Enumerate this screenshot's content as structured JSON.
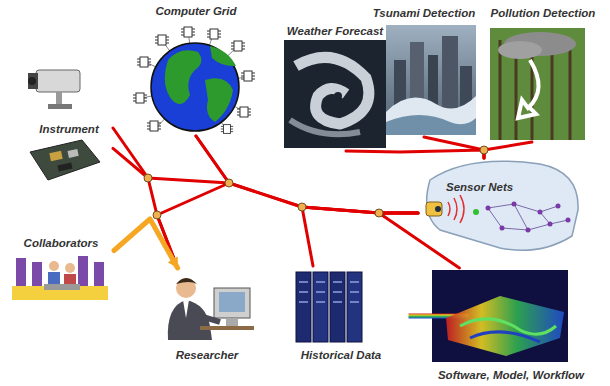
{
  "diagram": {
    "nodes": [
      {
        "text": [
          "Computer Grid"
        ]
      },
      {
        "text": [
          "Weather Forecast"
        ]
      },
      {
        "text": [
          "Tsunami Detection"
        ]
      },
      {
        "text": [
          "Pollution Detection"
        ]
      },
      {
        "text": [
          "Instrument"
        ]
      },
      {
        "text": [
          "Sensor Nets"
        ]
      },
      {
        "text": [
          "Collaborators"
        ]
      },
      {
        "text": [
          "Researcher"
        ]
      },
      {
        "text": [
          "Historical Data"
        ]
      },
      {
        "text": [
          "Software, Model, Workflow"
        ]
      }
    ],
    "edges": [
      {
        "from": 4,
        "to": 7,
        "arrow": "none"
      },
      {
        "from": 0,
        "to": 7,
        "arrow": "none"
      },
      {
        "from": 4,
        "to": 5,
        "arrow": "none"
      },
      {
        "from": 0,
        "to": 5,
        "arrow": "none"
      },
      {
        "from": 8,
        "to": 5,
        "arrow": "none"
      },
      {
        "from": 9,
        "to": 5,
        "arrow": "none"
      },
      {
        "from": 1,
        "to": 5,
        "arrow": "none"
      },
      {
        "from": 2,
        "to": 5,
        "arrow": "none"
      },
      {
        "from": 3,
        "to": 5,
        "arrow": "none"
      },
      {
        "from": 6,
        "to": 7,
        "arrow": "to"
      }
    ]
  }
}
